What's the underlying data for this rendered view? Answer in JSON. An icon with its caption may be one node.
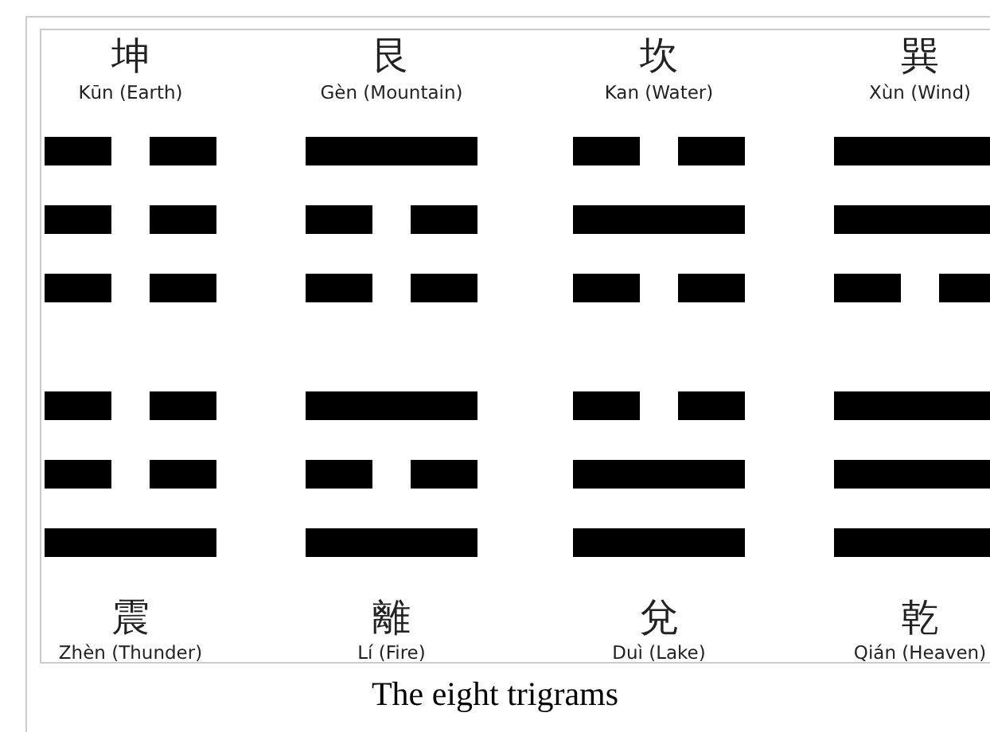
{
  "diagram": {
    "caption": "The eight trigrams",
    "nodes": [
      {
        "text": [
          "坤",
          "Kūn (Earth)"
        ]
      },
      {
        "text": [
          "艮",
          "Gèn (Mountain)"
        ]
      },
      {
        "text": [
          "坎",
          "Kan (Water)"
        ]
      },
      {
        "text": [
          "巽",
          "Xùn (Wind)"
        ]
      },
      {
        "text": [
          "震",
          "Zhèn (Thunder)"
        ]
      },
      {
        "text": [
          "離",
          "Lí (Fire)"
        ]
      },
      {
        "text": [
          "兌",
          "Duì (Lake)"
        ]
      },
      {
        "text": [
          "乾",
          "Qián (Heaven)"
        ]
      }
    ],
    "edges": []
  }
}
